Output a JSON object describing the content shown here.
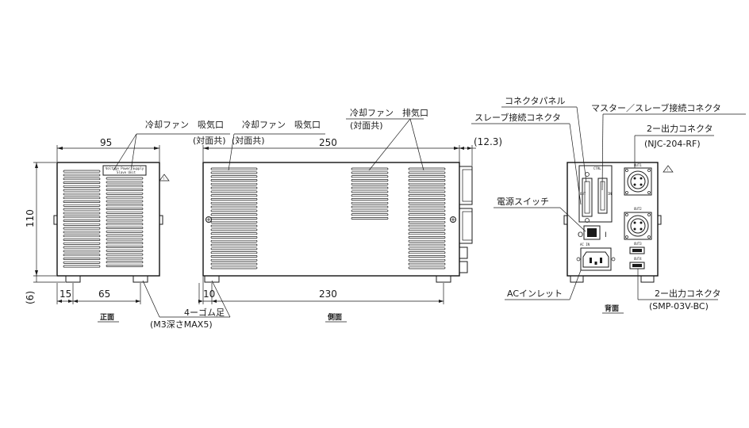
{
  "views": {
    "front": "正面",
    "side": "側面",
    "back": "背面"
  },
  "dimensions": {
    "front_width": "95",
    "front_height": "110",
    "foot_height": "(6)",
    "front_foot_offset": "15",
    "front_foot_pitch": "65",
    "side_length": "250",
    "side_protrusion": "(12.3)",
    "side_foot_offset": "10",
    "side_foot_pitch": "230"
  },
  "callouts": {
    "fan_intake_front": "冷却ファン　吸気口",
    "fan_intake_front_sub": "(対面共)",
    "fan_intake_side": "冷却ファン　吸気口",
    "fan_intake_side_sub": "(対面共)",
    "fan_exhaust": "冷却ファン　排気口",
    "fan_exhaust_sub": "(対面共)",
    "rubber_feet": "4ーゴム足",
    "rubber_feet_sub": "(M3深さMAX5)",
    "connector_panel": "コネクタパネル",
    "slave_connector": "スレーブ接続コネクタ",
    "master_slave_connector": "マスター／スレーブ接続コネクタ",
    "output_connector_top": "2ー出力コネクタ",
    "output_connector_top_sub": "(NJC-204-RF)",
    "power_switch": "電源スイッチ",
    "ac_inlet": "ACインレット",
    "output_connector_bottom": "2ー出力コネクタ",
    "output_connector_bottom_sub": "(SMP-03V-BC)"
  },
  "panel_marks": {
    "front_label_line1": "Voltage Power Supply",
    "front_label_line2": "Slave Unit",
    "out1": "OUT1",
    "out2": "OUT2",
    "out3": "OUT3",
    "out4": "OUT4",
    "ac_in": "AC IN",
    "ctrl": "CTRL",
    "ctrl_out": "OUT",
    "ctrl_in": "IN",
    "switch_on": "I",
    "switch_off": "O"
  }
}
